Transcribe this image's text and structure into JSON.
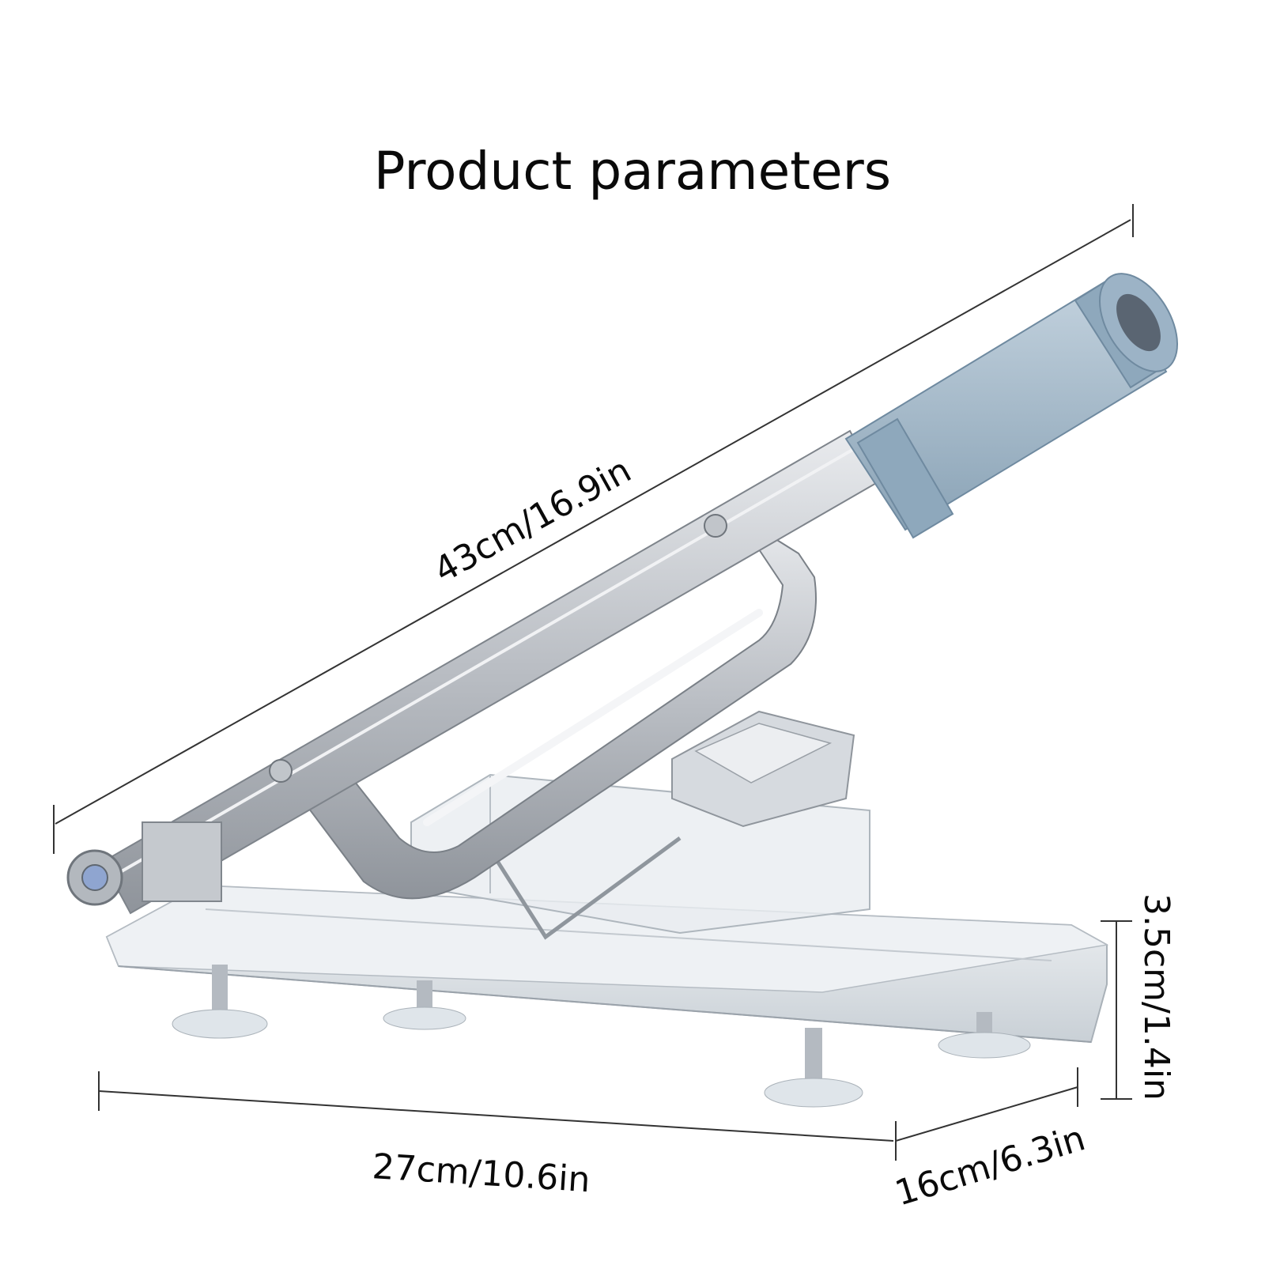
{
  "title": "Product parameters",
  "dimensions": {
    "length": "43cm/16.9in",
    "width": "27cm/10.6in",
    "depth": "16cm/6.3in",
    "height": "3.5cm/1.4in"
  },
  "colors": {
    "handle_grip": "#9fb6c8",
    "metal": "#c9ccd1",
    "acrylic": "#e4e9ee"
  }
}
